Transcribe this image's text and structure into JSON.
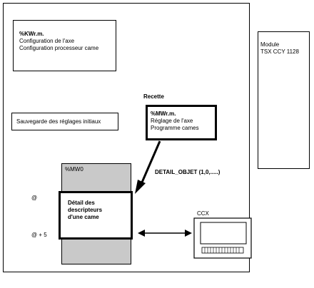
{
  "kwr_box": {
    "title": "%KWr.m.",
    "lines": [
      "Configuration de l'axe",
      "Configuration processeur came"
    ]
  },
  "save_box": {
    "label": "Sauvegarde des réglages initiaux"
  },
  "recette": {
    "label": "Recette",
    "title": "%MWr.m.",
    "lines": [
      "Réglage de l'axe",
      "Programme cames"
    ]
  },
  "detail_objet": {
    "label": "DETAIL_OBJET (1,0,.....)"
  },
  "mw_table": {
    "header": "%MW0",
    "start_marker": "@",
    "end_marker": "@ + 5",
    "inner_lines": [
      "Détail des",
      "descripteurs",
      "d'une came"
    ]
  },
  "module": {
    "lines": [
      "Module",
      "TSX CCY 1128"
    ]
  },
  "ccx": {
    "label": "CCX"
  }
}
